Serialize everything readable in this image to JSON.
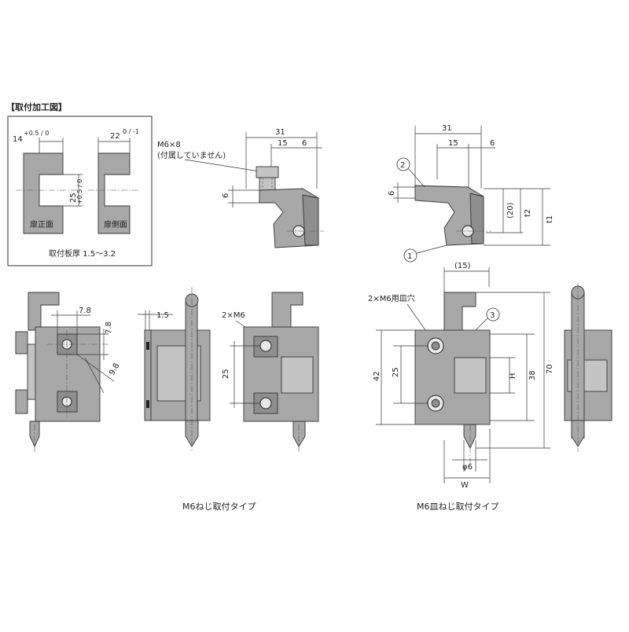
{
  "mounting_panel": {
    "title": "【取付加工図】",
    "width_label": "14",
    "width_tol": "+0.5 / 0",
    "side_label": "22",
    "side_tol": "0 / -1",
    "height_label": "25",
    "height_tol": "+0.5 / 0",
    "front_caption": "扉正面",
    "side_caption": "扉側面",
    "thickness_note": "取付板厚 1.5〜3.2"
  },
  "side_view_a": {
    "screw_note_1": "M6×8",
    "screw_note_2": "(付属していません)",
    "dim_31": "31",
    "dim_15": "15",
    "dim_6a": "6",
    "dim_6b": "6"
  },
  "side_view_b": {
    "dim_31": "31",
    "dim_15": "15",
    "dim_6a": "6",
    "dim_6b": "6",
    "dim_20": "(20)",
    "dim_t2": "t2",
    "dim_t1": "t1",
    "callout_1": "1",
    "callout_2": "2"
  },
  "m6_type": {
    "dim_7_8_h": "7.8",
    "dim_7_8_v": "7.8",
    "dim_9_8": "9.8",
    "dim_1_5": "1.5",
    "screw_label": "2×M6",
    "dim_25": "25",
    "caption": "M6ねじ取付タイプ"
  },
  "m6_flat_type": {
    "hole_label": "2×M6用皿穴",
    "dim_15": "(15)",
    "dim_42": "42",
    "dim_25": "25",
    "dim_h": "H",
    "dim_38": "38",
    "dim_70": "70",
    "dim_phi6": "φ6",
    "dim_w": "W",
    "callout_3": "3",
    "caption": "M6皿ねじ取付タイプ"
  }
}
